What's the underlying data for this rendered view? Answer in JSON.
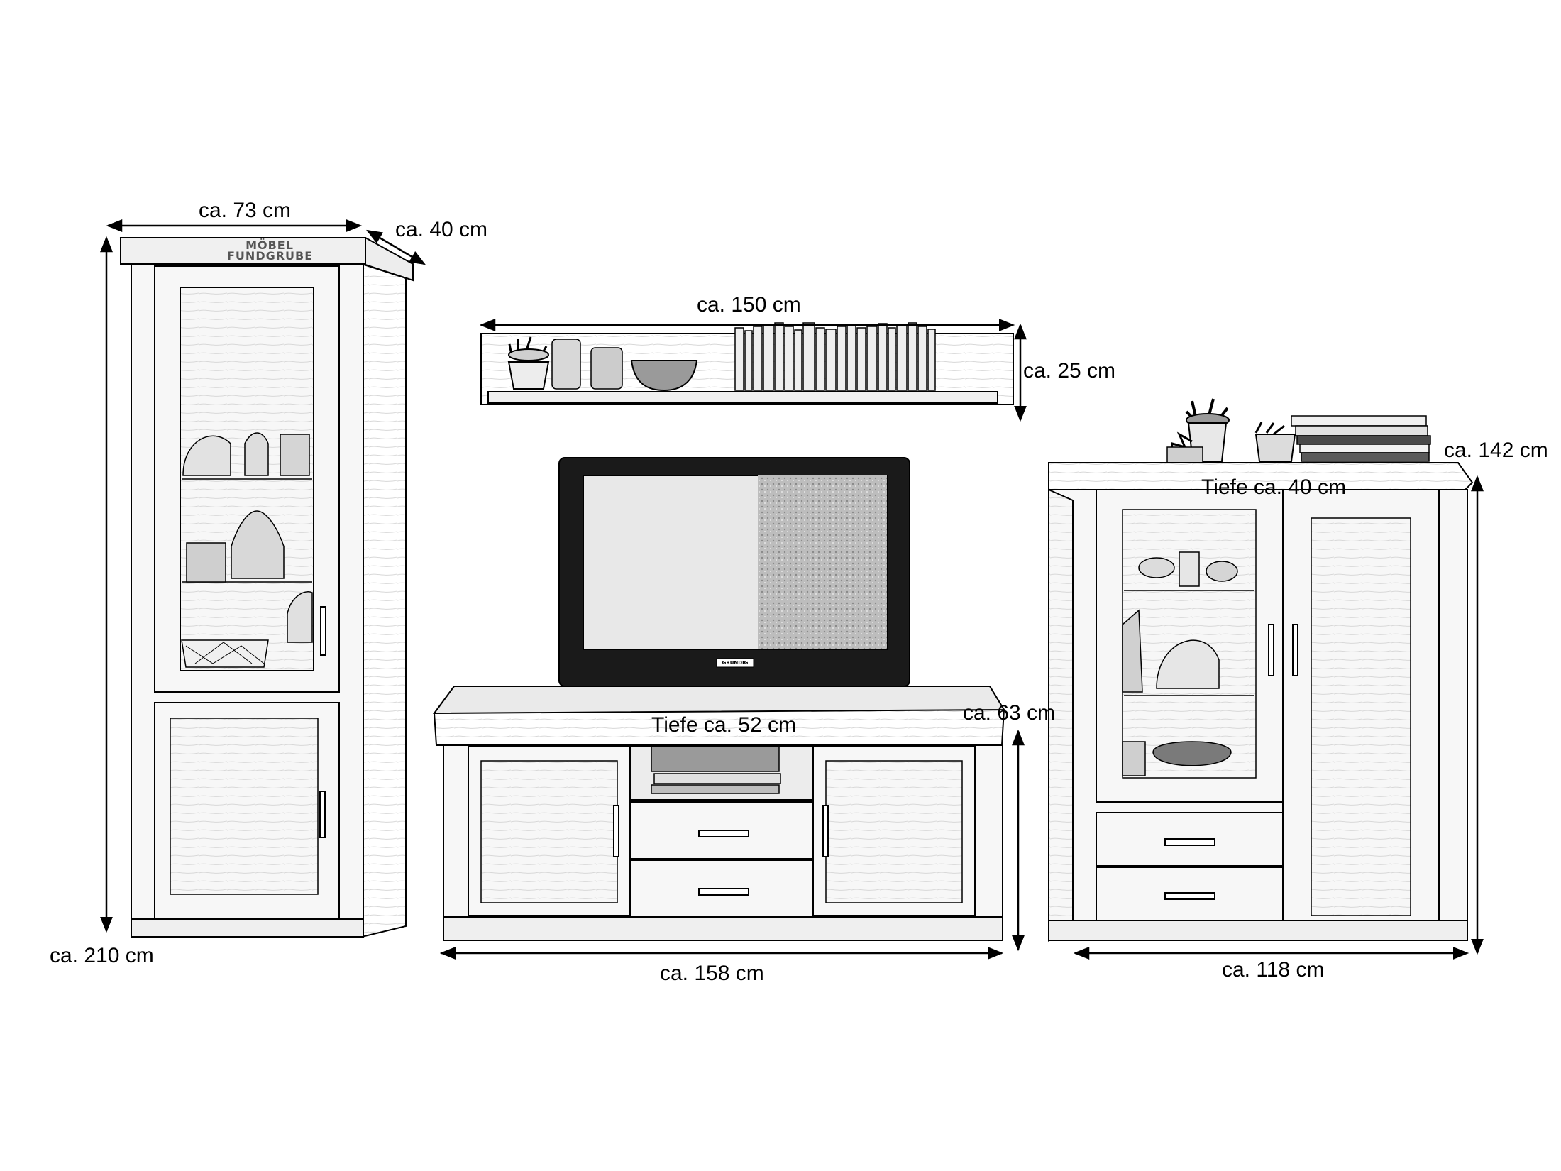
{
  "brand": {
    "line1": "MÖBEL",
    "line2": "FUNDGRUBE"
  },
  "tall_cabinet": {
    "width_label": "ca. 73 cm",
    "depth_label": "ca. 40 cm",
    "height_label": "ca. 210 cm"
  },
  "wall_shelf": {
    "width_label": "ca. 150 cm",
    "height_label": "ca. 25 cm"
  },
  "tv_board": {
    "depth_label": "Tiefe ca. 52 cm",
    "height_label": "ca. 63 cm",
    "width_label": "ca. 158 cm",
    "tv_logo": "GRUNDIG"
  },
  "highboard": {
    "height_label": "ca. 142 cm",
    "depth_label": "Tiefe ca. 40 cm",
    "width_label": "ca. 118 cm"
  },
  "colors": {
    "line": "#000000",
    "wood_fill": "#f4f4f4",
    "glass_fill": "#eeeeee",
    "tv_screen": "#cfcfcf"
  }
}
